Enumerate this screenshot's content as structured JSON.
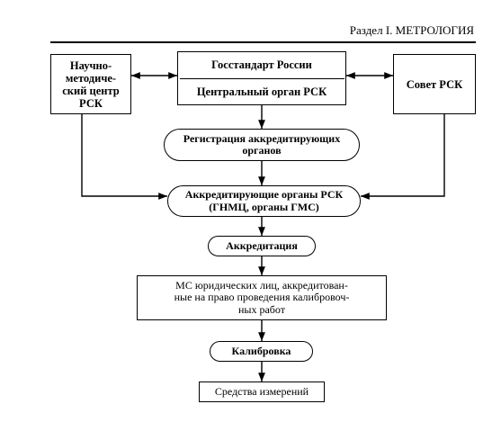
{
  "header": {
    "section": "Раздел I. МЕТРОЛОГИЯ"
  },
  "nodes": {
    "nmc": {
      "lines": [
        "Научно-",
        "методиче-",
        "ский центр",
        "РСК"
      ]
    },
    "gos_top": {
      "text": "Госстандарт России"
    },
    "gos_bottom": {
      "text": "Центральный орган РСК"
    },
    "sovet": {
      "text": "Совет РСК"
    },
    "registration": {
      "lines": [
        "Регистрация аккредитирующих",
        "органов"
      ]
    },
    "accred_bodies": {
      "lines": [
        "Аккредитирующие органы РСК",
        "(ГНМЦ, органы ГМС)"
      ]
    },
    "accreditation": {
      "text": "Аккредитация"
    },
    "ms": {
      "lines": [
        "МС юридических лиц, аккредитован-",
        "ные на право проведения калибровоч-",
        "ных работ"
      ]
    },
    "calibration": {
      "text": "Калибровка"
    },
    "instruments": {
      "text": "Средства измерений"
    }
  },
  "colors": {
    "ink": "#000000",
    "paper": "#ffffff"
  }
}
